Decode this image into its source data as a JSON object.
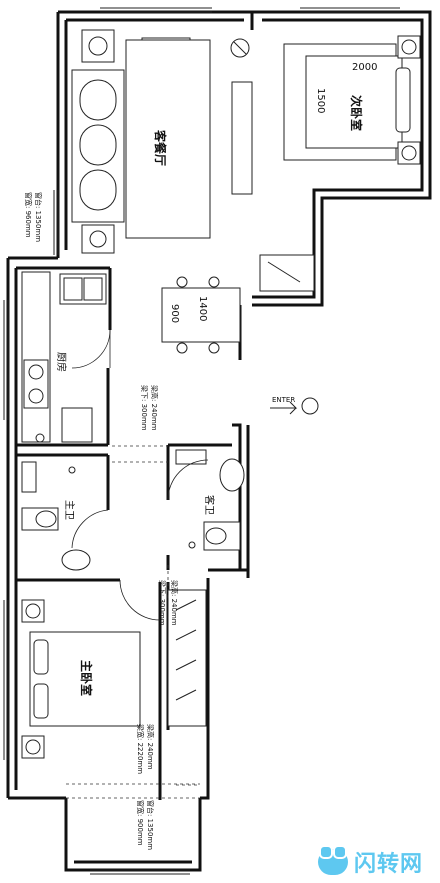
{
  "rooms": {
    "living_dining": "客餐厅",
    "master_bedroom": "主卧室",
    "second_bedroom": "次卧室",
    "kitchen": "厨房",
    "master_bath": "主卫",
    "guest_bath": "客卫"
  },
  "entry": "ENTER",
  "dimensions": {
    "bed_width": "1500",
    "bed_length": "2000",
    "table_length": "1400",
    "table_width": "900"
  },
  "windows": {
    "living_window": {
      "line1": "窗台: 1350mm",
      "line2": "窗宽: 960mm"
    },
    "bottom_window": {
      "line1": "窗台: 1350mm",
      "line2": "窗宽: 900mm"
    }
  },
  "beams": {
    "kitchen_beam": {
      "line1": "梁高: 240mm",
      "line2": "梁下: 300mm"
    },
    "corridor_beam": {
      "line1": "梁高: 240mm",
      "line2": "梁下: 300mm"
    },
    "master_beam": {
      "line1": "梁高: 240mm",
      "line2": "梁宽: 2220mm"
    }
  },
  "logo_text": "闪转网"
}
